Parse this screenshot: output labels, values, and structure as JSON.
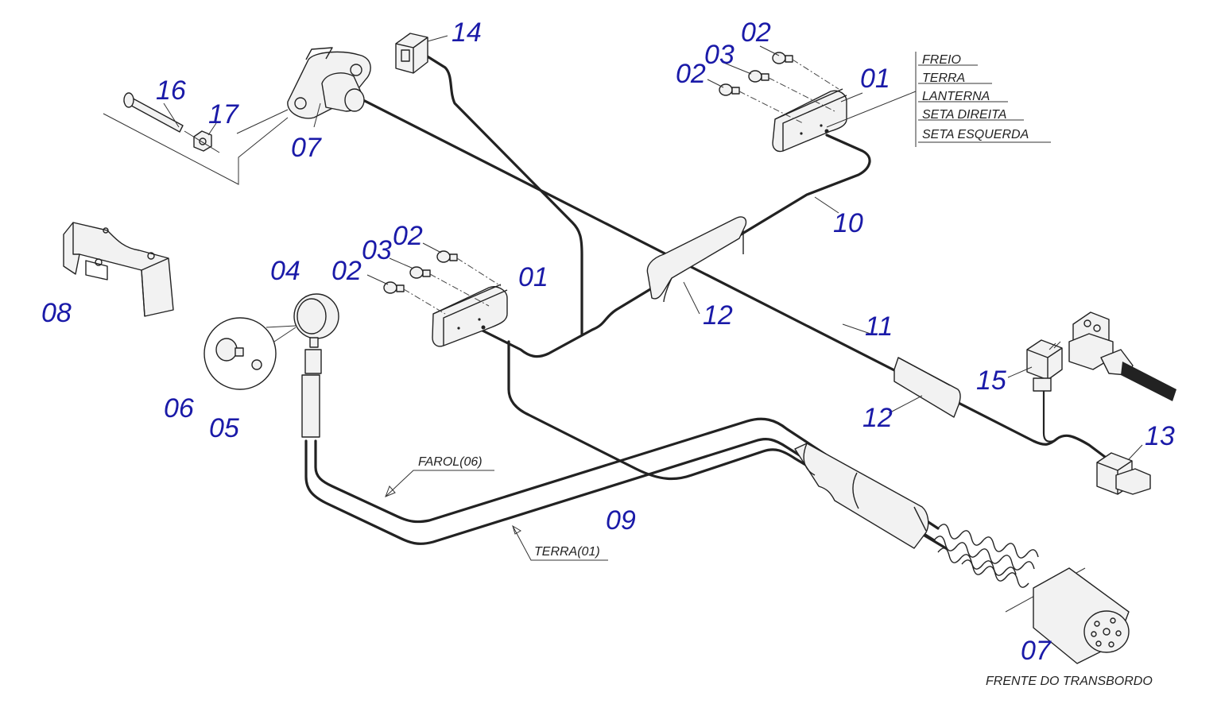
{
  "callouts": {
    "n01_top": "01",
    "n01_mid": "01",
    "n02_top_a": "02",
    "n02_top_b": "02",
    "n03_top": "03",
    "n02_mid_a": "02",
    "n02_mid_b": "02",
    "n03_mid": "03",
    "n04": "04",
    "n05": "05",
    "n06": "06",
    "n07_top": "07",
    "n07_bottom": "07",
    "n08": "08",
    "n09": "09",
    "n10": "10",
    "n11": "11",
    "n12_a": "12",
    "n12_b": "12",
    "n13": "13",
    "n14": "14",
    "n15": "15",
    "n16": "16",
    "n17": "17"
  },
  "legend": [
    "FREIO",
    "TERRA",
    "LANTERNA",
    "SETA DIREITA",
    "SETA ESQUERDA"
  ],
  "wire_labels": {
    "farol": "FAROL(06)",
    "terra": "TERRA(01)"
  },
  "caption": "FRENTE DO TRANSBORDO",
  "colors": {
    "callout": "#1a1aa8",
    "line": "#222222"
  }
}
